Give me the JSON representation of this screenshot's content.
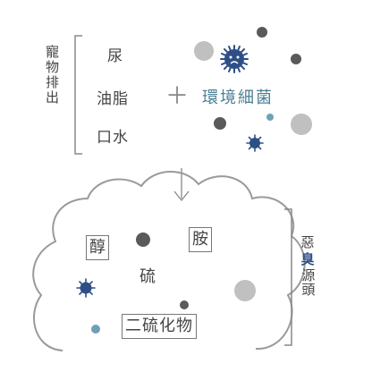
{
  "pet_excretion": {
    "title": "寵物排出",
    "items": [
      "尿",
      "油脂",
      "口水"
    ]
  },
  "plus_sign": "＋",
  "environment": {
    "label": "環境細菌"
  },
  "compounds": {
    "items": [
      "醇",
      "胺",
      "硫",
      "二硫化物"
    ]
  },
  "odor_source": {
    "prefix": "惡",
    "highlight": "臭",
    "suffix": "源頭"
  },
  "colors": {
    "text": "#444444",
    "gray_dot": "#c0c0c0",
    "dark_dot": "#5a5a5a",
    "blue_dot": "#6fa0b8",
    "bacteria": "#2e4e86",
    "env_text": "#4a7f95",
    "highlight": "#2e4e86"
  },
  "icons": [
    "bracket",
    "bacteria-icon",
    "sad-bacteria-icon",
    "down-arrow-icon",
    "cloud-outline"
  ]
}
